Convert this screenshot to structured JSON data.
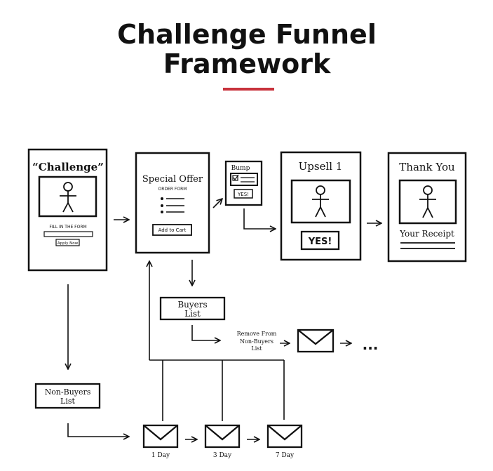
{
  "header": {
    "title_line1": "Challenge Funnel",
    "title_line2": "Framework",
    "accent_color": "#c8323c"
  },
  "pages": {
    "challenge": {
      "title": "“Challenge”",
      "form_label": "FILL IN THE FORM",
      "button": "Apply Now"
    },
    "special_offer": {
      "title": "Special Offer",
      "subtitle": "ORDER FORM",
      "button": "Add to Cart"
    },
    "bump": {
      "title": "Bump",
      "button": "YES!"
    },
    "upsell": {
      "title": "Upsell 1",
      "button": "YES!"
    },
    "thank_you": {
      "title": "Thank You",
      "receipt": "Your Receipt"
    }
  },
  "lists": {
    "buyers_line1": "Buyers",
    "buyers_line2": "List",
    "non_buyers_line1": "Non-Buyers",
    "non_buyers_line2": "List",
    "remove_line1": "Remove From",
    "remove_line2": "Non-Buyers",
    "remove_line3": "List",
    "ellipsis": "..."
  },
  "emails": {
    "day1": "1 Day",
    "day3": "3 Day",
    "day7": "7 Day"
  },
  "icons": [
    "stick-figure-icon",
    "envelope-icon",
    "checkbox-icon",
    "arrow-icon"
  ]
}
